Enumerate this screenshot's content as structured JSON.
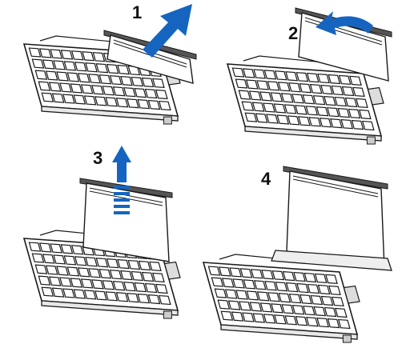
{
  "steps": [
    {
      "number": "1",
      "arrow": "arrow-up-right"
    },
    {
      "number": "2",
      "arrow": "arrow-curved-left"
    },
    {
      "number": "3",
      "arrow": "arrow-up-striped"
    },
    {
      "number": "4",
      "arrow": "none"
    }
  ],
  "colors": {
    "arrow": "#1565c0",
    "line": "#1a1a1a",
    "stand_bar": "#555555",
    "background": "#ffffff"
  }
}
